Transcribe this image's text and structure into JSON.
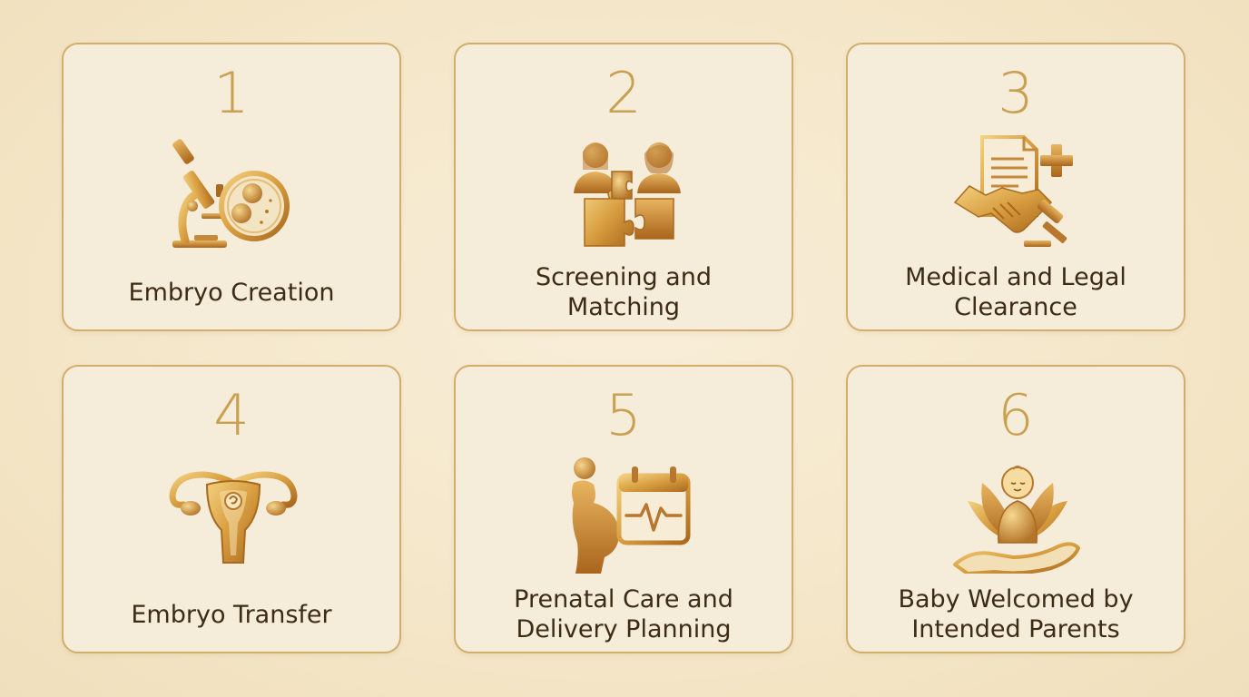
{
  "steps": [
    {
      "number": "1",
      "title": "Embryo Creation",
      "icon": "microscope-petri-dish-icon"
    },
    {
      "number": "2",
      "title": "Screening and Matching",
      "icon": "people-puzzle-icon"
    },
    {
      "number": "3",
      "title": "Medical and Legal Clearance",
      "icon": "document-handshake-gavel-icon"
    },
    {
      "number": "4",
      "title": "Embryo Transfer",
      "icon": "uterus-icon"
    },
    {
      "number": "5",
      "title": "Prenatal Care and Delivery Planning",
      "icon": "pregnant-woman-calendar-icon"
    },
    {
      "number": "6",
      "title": "Baby Welcomed by Intended Parents",
      "icon": "baby-lotus-hand-icon"
    }
  ],
  "labels": {
    "s1": [
      "Embryo Creation"
    ],
    "s2": [
      "Screening and",
      "Matching"
    ],
    "s3": [
      "Medical and Legal",
      "Clearance"
    ],
    "s4": [
      "Embryo Transfer"
    ],
    "s5": [
      "Prenatal Care and",
      "Delivery Planning"
    ],
    "s6": [
      "Baby Welcomed by",
      "Intended Parents"
    ]
  },
  "colors": {
    "gold_light": "#f1cc78",
    "gold_mid": "#d79c3e",
    "gold_dark": "#a9691f",
    "border": "#d2ad6e",
    "text": "#3d2c15",
    "number": "#c9a04f"
  }
}
